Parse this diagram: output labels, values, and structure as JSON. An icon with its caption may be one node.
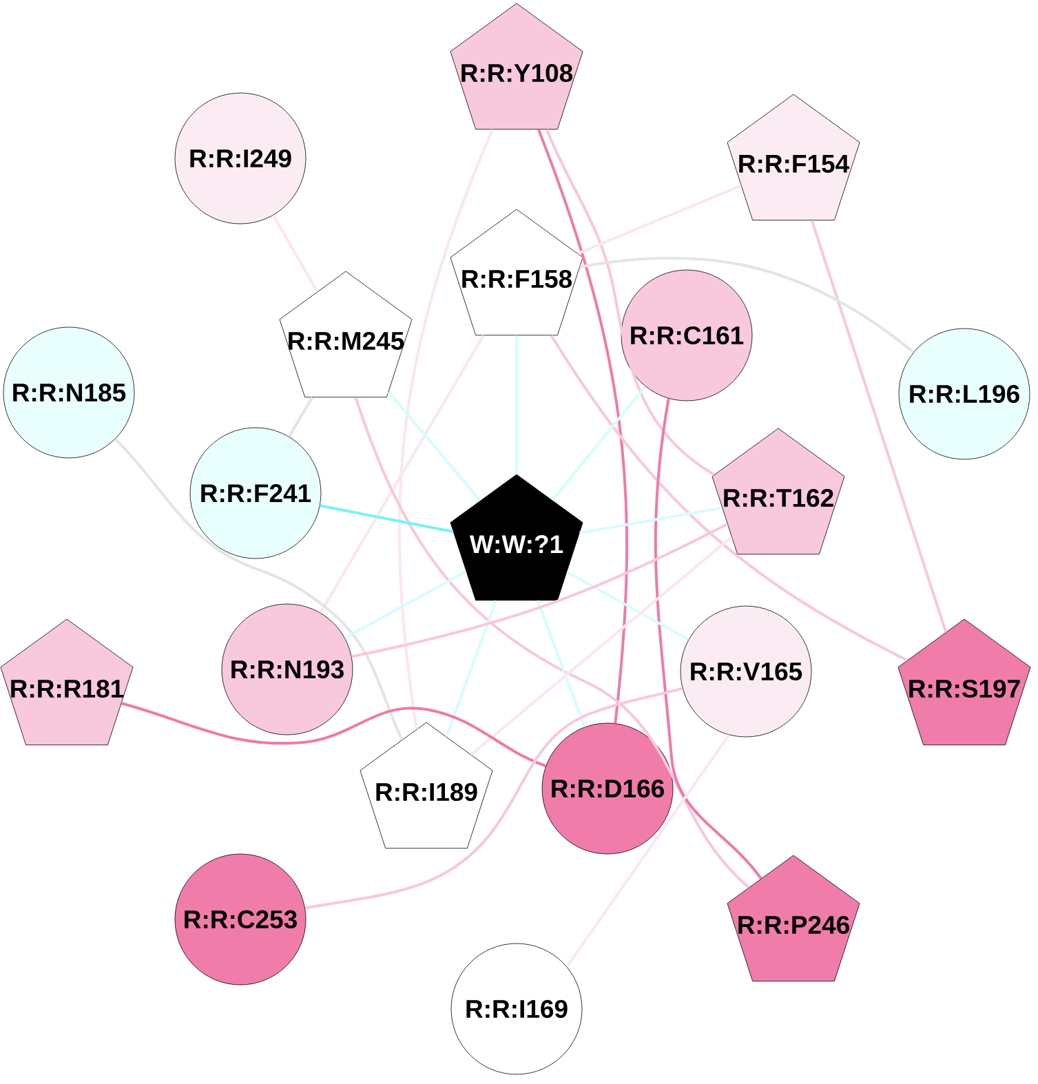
{
  "diagram": {
    "nodes": [
      {
        "text": [
          "R:R:Y108"
        ]
      },
      {
        "text": [
          "R:R:I249"
        ]
      },
      {
        "text": [
          "R:R:F154"
        ]
      },
      {
        "text": [
          "R:R:F158"
        ]
      },
      {
        "text": [
          "R:R:M245"
        ]
      },
      {
        "text": [
          "R:R:C161"
        ]
      },
      {
        "text": [
          "R:R:N185"
        ]
      },
      {
        "text": [
          "R:R:L196"
        ]
      },
      {
        "text": [
          "R:R:F241"
        ]
      },
      {
        "text": [
          "W:W:?1"
        ]
      },
      {
        "text": [
          "R:R:T162"
        ]
      },
      {
        "text": [
          "R:R:R181"
        ]
      },
      {
        "text": [
          "R:R:N193"
        ]
      },
      {
        "text": [
          "R:R:V165"
        ]
      },
      {
        "text": [
          "R:R:S197"
        ]
      },
      {
        "text": [
          "R:R:I189"
        ]
      },
      {
        "text": [
          "R:R:D166"
        ]
      },
      {
        "text": [
          "R:R:C253"
        ]
      },
      {
        "text": [
          "R:R:P246"
        ]
      },
      {
        "text": [
          "R:R:I169"
        ]
      }
    ],
    "edges": [
      {
        "from": 0,
        "to": 15,
        "arrow": "none",
        "color": "#fbe6ef"
      },
      {
        "from": 0,
        "to": 16,
        "arrow": "none",
        "color": "#ef7aa8"
      },
      {
        "from": 0,
        "to": 10,
        "arrow": "none",
        "color": "#f8c8dc"
      },
      {
        "from": 1,
        "to": 4,
        "arrow": "none",
        "color": "#fbe6ef"
      },
      {
        "from": 2,
        "to": 3,
        "arrow": "none",
        "color": "#fbe6ef"
      },
      {
        "from": 2,
        "to": 14,
        "arrow": "none",
        "color": "#f8c8dc"
      },
      {
        "from": 3,
        "to": 7,
        "arrow": "none",
        "color": "#e4e4e4"
      },
      {
        "from": 3,
        "to": 9,
        "arrow": "none",
        "color": "#d6fcff"
      },
      {
        "from": 3,
        "to": 12,
        "arrow": "none",
        "color": "#fbe6ef"
      },
      {
        "from": 3,
        "to": 14,
        "arrow": "none",
        "color": "#f8c8dc"
      },
      {
        "from": 4,
        "to": 9,
        "arrow": "none",
        "color": "#d6fcff"
      },
      {
        "from": 4,
        "to": 8,
        "arrow": "none",
        "color": "#e4e4e4"
      },
      {
        "from": 4,
        "to": 18,
        "arrow": "none",
        "color": "#f8c8dc"
      },
      {
        "from": 5,
        "to": 9,
        "arrow": "none",
        "color": "#d6fcff"
      },
      {
        "from": 5,
        "to": 18,
        "arrow": "none",
        "color": "#ef7aa8"
      },
      {
        "from": 6,
        "to": 15,
        "arrow": "none",
        "color": "#e4e4e4"
      },
      {
        "from": 8,
        "to": 9,
        "arrow": "none",
        "color": "#78f2f7"
      },
      {
        "from": 9,
        "to": 10,
        "arrow": "none",
        "color": "#d6fcff"
      },
      {
        "from": 9,
        "to": 12,
        "arrow": "none",
        "color": "#d6fcff"
      },
      {
        "from": 9,
        "to": 13,
        "arrow": "none",
        "color": "#d6fcff"
      },
      {
        "from": 9,
        "to": 15,
        "arrow": "none",
        "color": "#d6fcff"
      },
      {
        "from": 9,
        "to": 16,
        "arrow": "none",
        "color": "#d6fcff"
      },
      {
        "from": 10,
        "to": 12,
        "arrow": "none",
        "color": "#f8c8dc"
      },
      {
        "from": 10,
        "to": 15,
        "arrow": "none",
        "color": "#fbe6ef"
      },
      {
        "from": 11,
        "to": 16,
        "arrow": "none",
        "color": "#ef7aa8"
      },
      {
        "from": 13,
        "to": 17,
        "arrow": "none",
        "color": "#f8c8dc"
      },
      {
        "from": 13,
        "to": 19,
        "arrow": "none",
        "color": "#fbe6ef"
      }
    ]
  }
}
